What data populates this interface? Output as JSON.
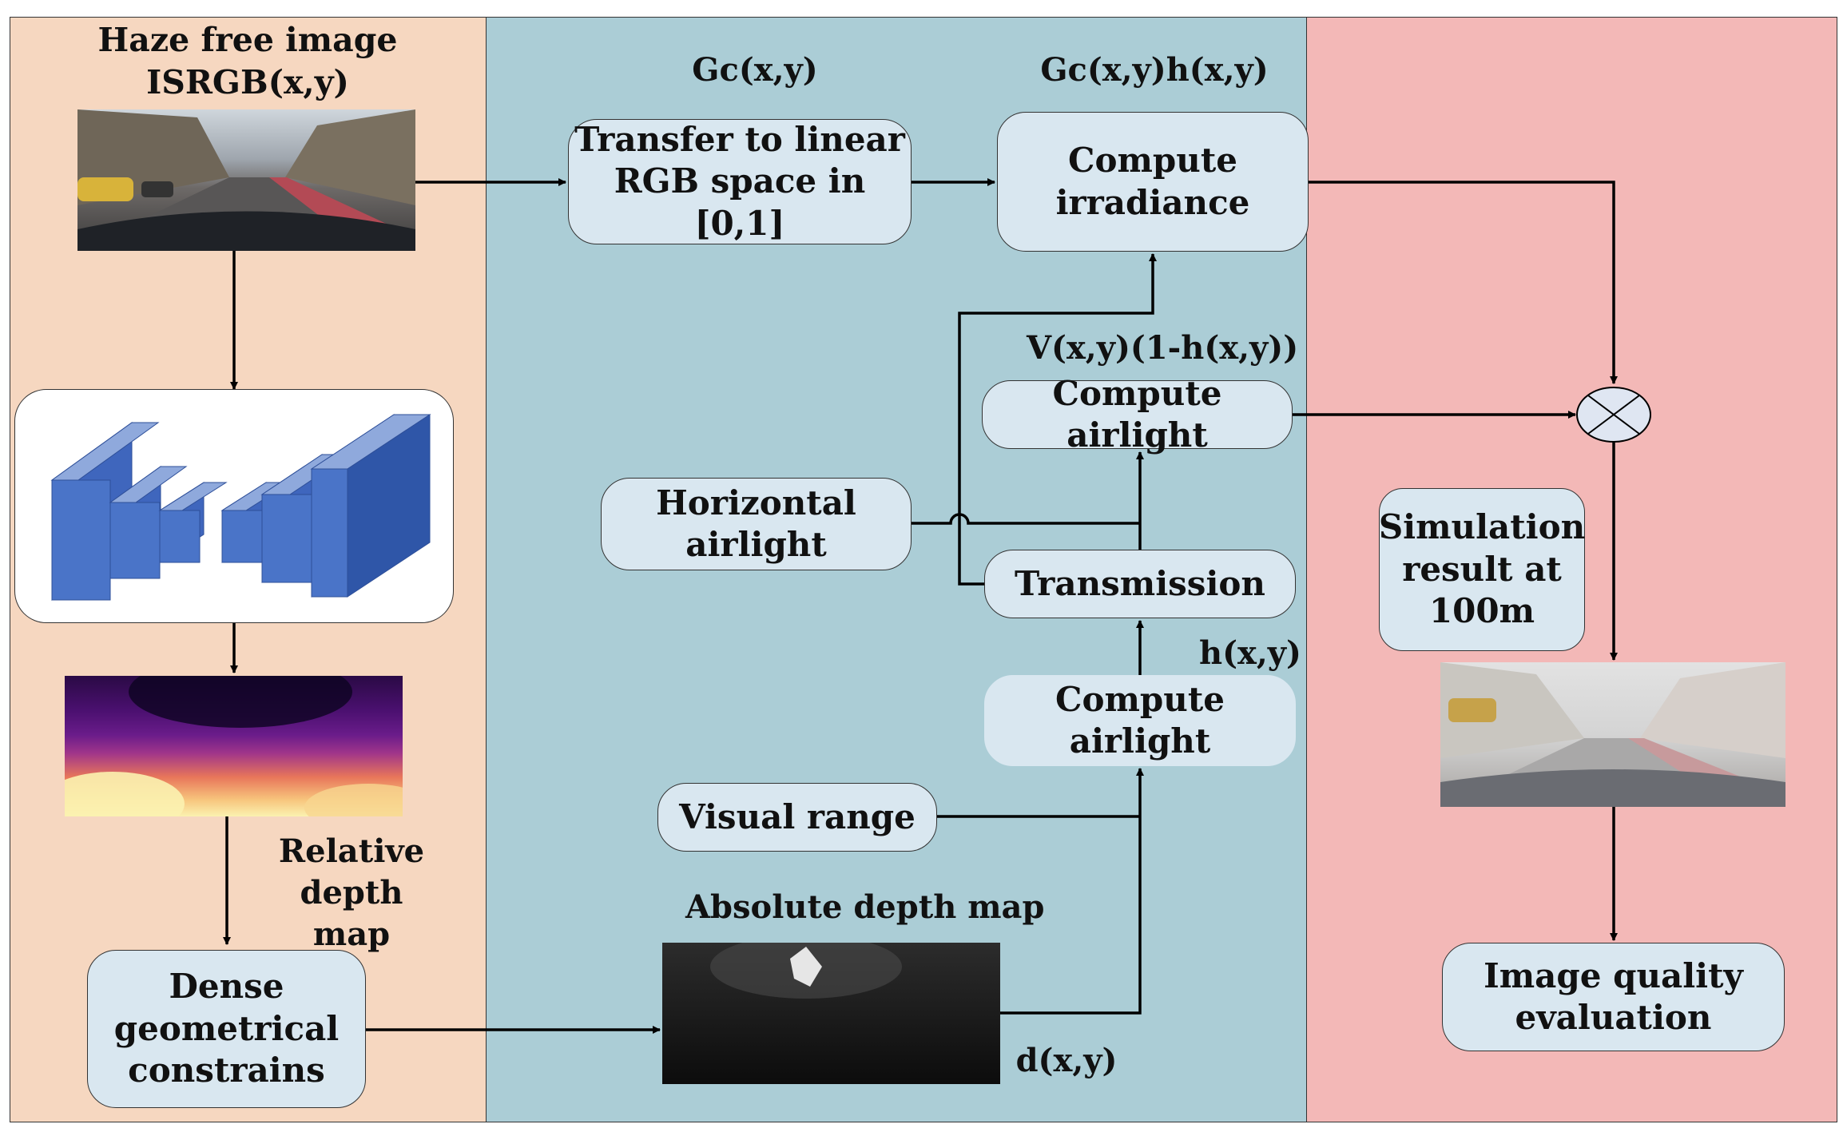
{
  "colors": {
    "panel_left": "#f6d7c0",
    "panel_mid": "#abcdd6",
    "panel_right": "#f3b8b7",
    "box_fill": "#d9e7f0",
    "network_blue": "#4a74c8"
  },
  "labels": {
    "haze_free": "Haze free image\nISRGB(x,y)",
    "gc": "Gc(x,y)",
    "gch": "Gc(x,y)h(x,y)",
    "v_expr": "V(x,y)(1-h(x,y))",
    "hxy": "h(x,y)",
    "relative_depth": "Relative depth\nmap",
    "absolute_depth": "Absolute depth map",
    "dxy": "d(x,y)"
  },
  "boxes": {
    "transfer_linear": "Transfer to linear\nRGB space in [0,1]",
    "compute_irradiance": "Compute\nirradiance",
    "compute_airlight_top": "Compute airlight",
    "horizontal_airlight": "Horizontal\nairlight",
    "transmission": "Transmission",
    "compute_airlight_bottom": "Compute airlight",
    "visual_range": "Visual range",
    "dense_geometrical": "Dense\ngeometrical\nconstrains",
    "simulation_result": "Simulation\nresult at\n100m",
    "image_quality": "Image quality\nevaluation"
  }
}
